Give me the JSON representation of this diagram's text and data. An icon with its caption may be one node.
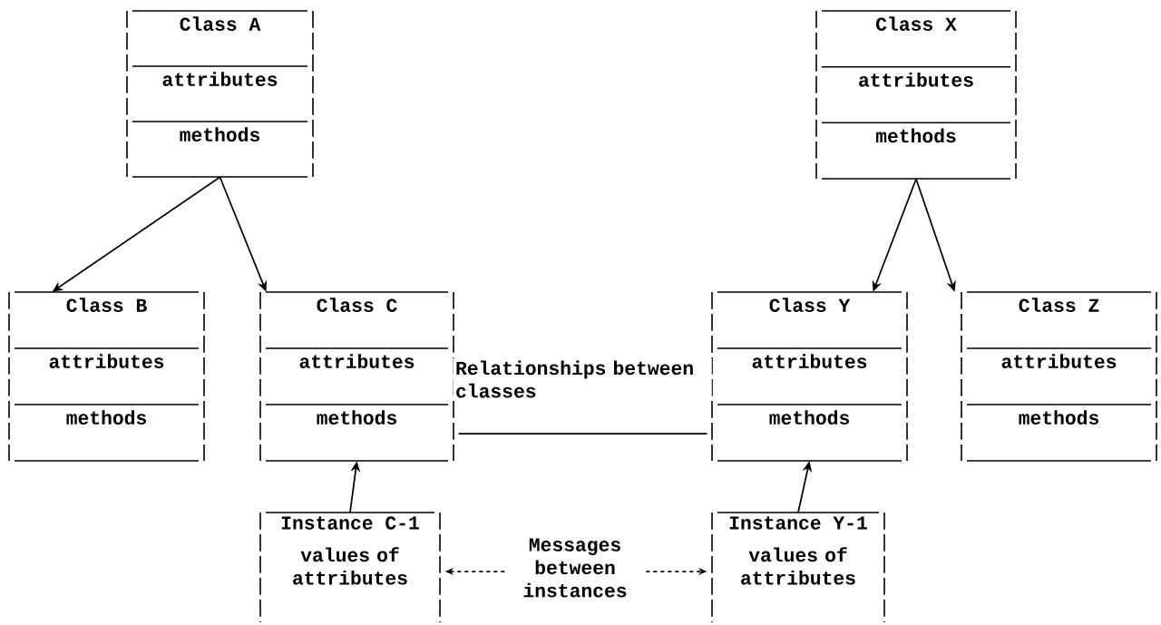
{
  "diagram": {
    "nodes": [
      {
        "text": [
          "Class A",
          "attributes",
          "methods"
        ]
      },
      {
        "text": [
          "Class X",
          "attributes",
          "methods"
        ]
      },
      {
        "text": [
          "Class B",
          "attributes",
          "methods"
        ]
      },
      {
        "text": [
          "Class C",
          "attributes",
          "methods"
        ]
      },
      {
        "text": [
          "Class Y",
          "attributes",
          "methods"
        ]
      },
      {
        "text": [
          "Class Z",
          "attributes",
          "methods"
        ]
      },
      {
        "text": [
          "Instance C-1",
          "values of attributes"
        ]
      },
      {
        "text": [
          "Instance Y-1",
          "values of attributes"
        ]
      }
    ],
    "edges": [
      {
        "from": 0,
        "to": 2,
        "arrow": "to"
      },
      {
        "from": 0,
        "to": 3,
        "arrow": "to"
      },
      {
        "from": 1,
        "to": 4,
        "arrow": "to"
      },
      {
        "from": 1,
        "to": 5,
        "arrow": "to"
      },
      {
        "from": 3,
        "to": 4,
        "arrow": "none",
        "label": "Relationships between classes"
      },
      {
        "from": 6,
        "to": 3,
        "arrow": "to"
      },
      {
        "from": 7,
        "to": 4,
        "arrow": "to"
      },
      {
        "from": 6,
        "to": 7,
        "arrow": "both",
        "style": "dashed",
        "label": "Messages between instances"
      }
    ]
  }
}
